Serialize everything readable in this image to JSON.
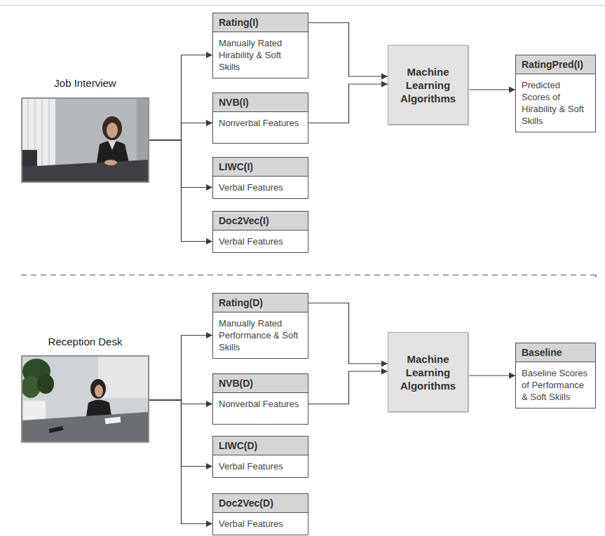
{
  "diagram": {
    "nodes": [
      {
        "text": [
          "Job Interview"
        ]
      },
      {
        "text": [
          "Rating(I)",
          "Manually Rated Hirability & Soft Skills"
        ]
      },
      {
        "text": [
          "NVB(I)",
          "Nonverbal Features"
        ]
      },
      {
        "text": [
          "LIWC(I)",
          "Verbal Features"
        ]
      },
      {
        "text": [
          "Doc2Vec(I)",
          "Verbal Features"
        ]
      },
      {
        "text": [
          "Machine Learning Algorithms"
        ]
      },
      {
        "text": [
          "RatingPred(I)",
          "Predicted Scores of Hirability & Soft Skills"
        ]
      },
      {
        "text": [
          "Reception Desk"
        ]
      },
      {
        "text": [
          "Rating(D)",
          "Manually Rated Performance & Soft Skills"
        ]
      },
      {
        "text": [
          "NVB(D)",
          "Nonverbal Features"
        ]
      },
      {
        "text": [
          "LIWC(D)",
          "Verbal Features"
        ]
      },
      {
        "text": [
          "Doc2Vec(D)",
          "Verbal Features"
        ]
      },
      {
        "text": [
          "Machine Learning Algorithms"
        ]
      },
      {
        "text": [
          "Baseline",
          "Baseline Scores of Performance & Soft Skills"
        ]
      }
    ],
    "edges": [
      {
        "from": 0,
        "to": 1,
        "arrow": "to"
      },
      {
        "from": 0,
        "to": 2,
        "arrow": "to"
      },
      {
        "from": 0,
        "to": 3,
        "arrow": "to"
      },
      {
        "from": 0,
        "to": 4,
        "arrow": "to"
      },
      {
        "from": 1,
        "to": 5,
        "arrow": "to"
      },
      {
        "from": 2,
        "to": 5,
        "arrow": "to"
      },
      {
        "from": 5,
        "to": 6,
        "arrow": "to"
      },
      {
        "from": 7,
        "to": 8,
        "arrow": "to"
      },
      {
        "from": 7,
        "to": 9,
        "arrow": "to"
      },
      {
        "from": 7,
        "to": 10,
        "arrow": "to"
      },
      {
        "from": 7,
        "to": 11,
        "arrow": "to"
      },
      {
        "from": 8,
        "to": 12,
        "arrow": "to"
      },
      {
        "from": 9,
        "to": 12,
        "arrow": "to"
      },
      {
        "from": 12,
        "to": 13,
        "arrow": "to"
      }
    ]
  }
}
